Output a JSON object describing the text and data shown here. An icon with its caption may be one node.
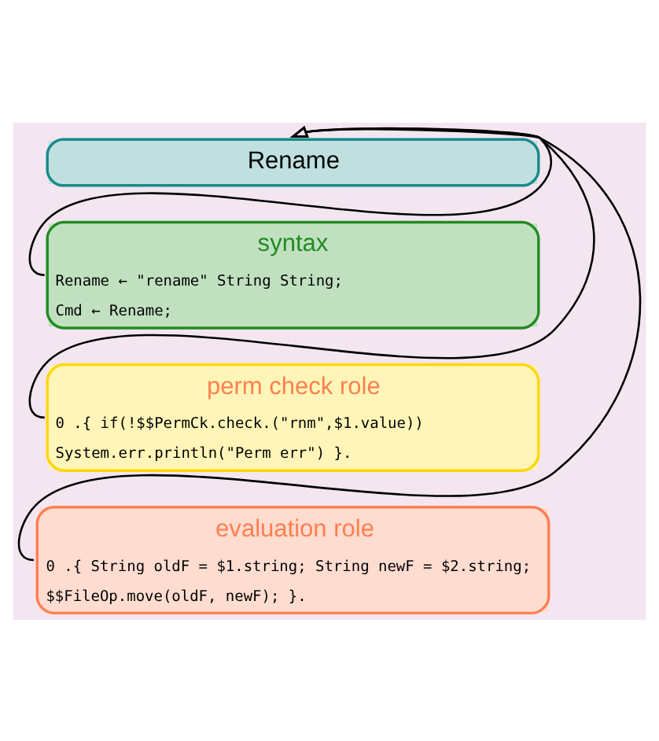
{
  "diagram": {
    "nodes": [
      {
        "text": [
          "Rename"
        ]
      },
      {
        "text": [
          "syntax",
          "Rename ← \"rename\" String String;",
          "Cmd ← Rename;"
        ]
      },
      {
        "text": [
          "perm check role",
          "0 .{ if(!$$PermCk.check.(\"rnm\",$1.value))",
          "System.err.println(\"Perm err\") }."
        ]
      },
      {
        "text": [
          "evaluation role",
          "0 .{ String oldF = $1.string; String newF = $2.string;",
          "$$FileOp.move(oldF, newF); }."
        ]
      }
    ],
    "edges": [
      {
        "from": 1,
        "to": 0,
        "arrow": "to"
      },
      {
        "from": 2,
        "to": 0,
        "arrow": "to"
      },
      {
        "from": 3,
        "to": 0,
        "arrow": "to"
      }
    ]
  }
}
